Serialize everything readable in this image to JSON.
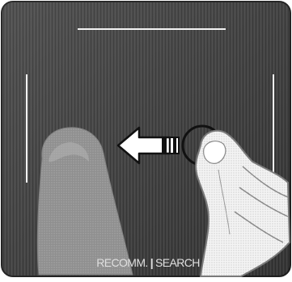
{
  "touchpad": {
    "bottom_label_left": "RECOMM.",
    "bottom_label_separator": "|",
    "bottom_label_right": "SEARCH"
  },
  "gesture": {
    "direction": "left",
    "hint_icon": "swipe-left-arrow-icon"
  },
  "colors": {
    "pad_dark": "#3a3a3a",
    "pad_mid": "#5a5a5a",
    "edge_line": "#f2f2f2",
    "finger": "#9a9a9a",
    "hand": "#e8e8e8"
  }
}
